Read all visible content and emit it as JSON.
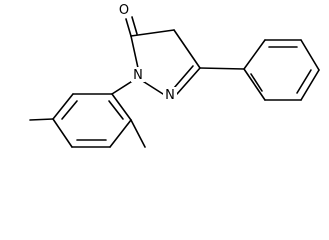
{
  "molecule": {
    "atoms": {
      "carbonyl_oxygen": "O",
      "ring_nitrogen_1": "N",
      "ring_nitrogen_2": "N"
    }
  }
}
